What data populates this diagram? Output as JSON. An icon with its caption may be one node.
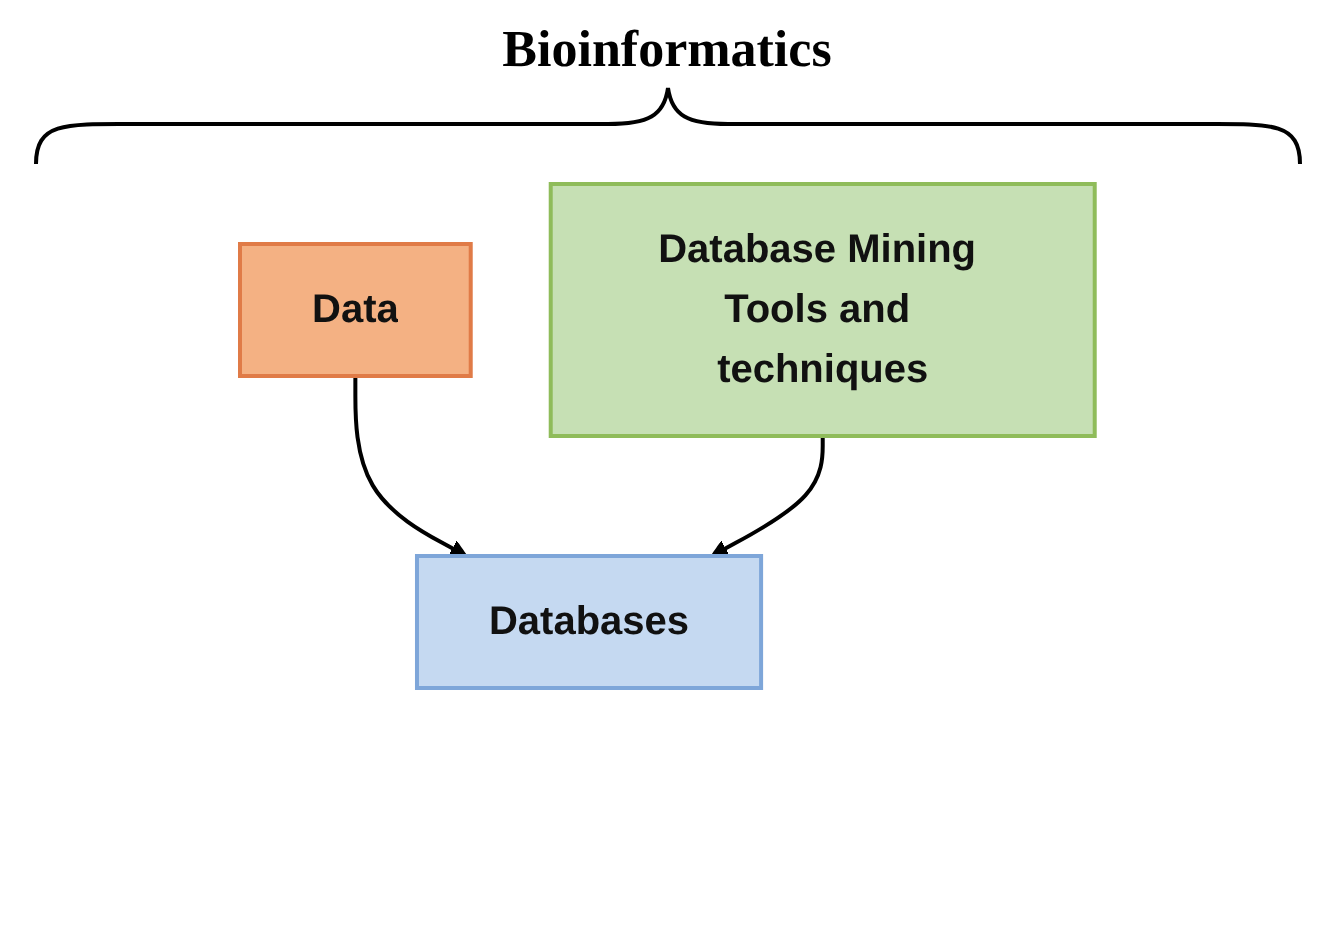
{
  "diagram": {
    "title": "Bioinformatics",
    "nodes": [
      {
        "text": [
          "Data"
        ]
      },
      {
        "text": [
          "Databases"
        ]
      },
      {
        "text": [
          "Database Mining Tools and techniques"
        ]
      }
    ],
    "edges": [
      {
        "from": 0,
        "to": 1,
        "arrow": "to"
      },
      {
        "from": 2,
        "to": 1,
        "arrow": "to"
      }
    ]
  }
}
